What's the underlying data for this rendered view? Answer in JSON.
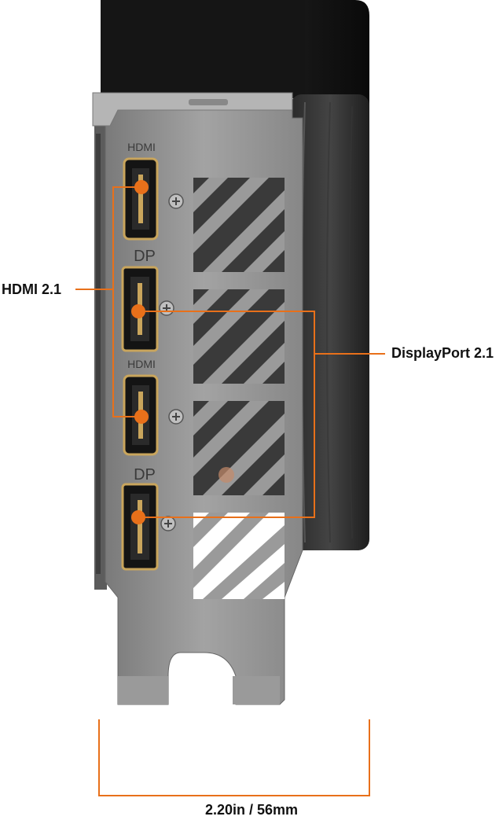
{
  "callouts": {
    "hdmi": "HDMI 2.1",
    "displayport": "DisplayPort 2.1"
  },
  "port_labels": [
    "HDMI",
    "DP",
    "HDMI",
    "DP"
  ],
  "dimension": {
    "width_text": "2.20in / 56mm"
  },
  "colors": {
    "accent": "#e8701a",
    "bracket": "#8e8e8e",
    "shroud": "#1a1a1a",
    "port_gold": "#c9a55c"
  }
}
